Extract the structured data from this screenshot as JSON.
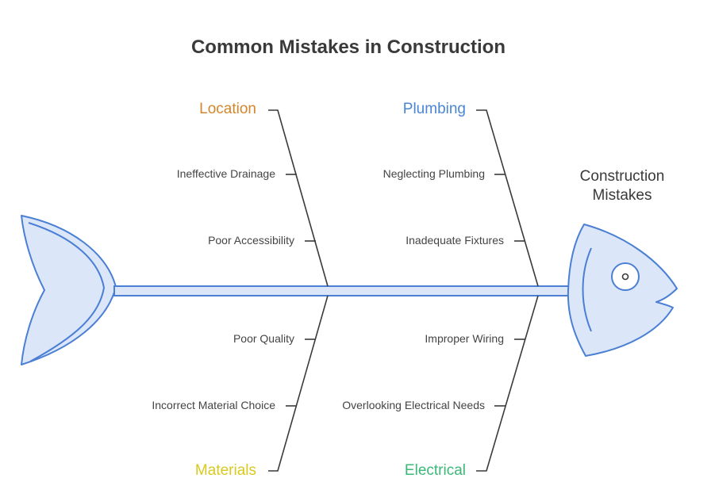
{
  "title": "Common Mistakes in Construction",
  "head_label": "Construction\nMistakes",
  "colors": {
    "fish_fill": "#dce6f9",
    "fish_stroke": "#4a7fd4",
    "bone": "#3a3a3a",
    "location": "#d4862b",
    "plumbing": "#4a86d6",
    "materials": "#d9c91f",
    "electrical": "#3cb878"
  },
  "categories": {
    "location": {
      "label": "Location",
      "causes": [
        "Ineffective Drainage",
        "Poor Accessibility"
      ]
    },
    "plumbing": {
      "label": "Plumbing",
      "causes": [
        "Neglecting Plumbing",
        "Inadequate Fixtures"
      ]
    },
    "materials": {
      "label": "Materials",
      "causes": [
        "Poor Quality",
        "Incorrect Material Choice"
      ]
    },
    "electrical": {
      "label": "Electrical",
      "causes": [
        "Improper Wiring",
        "Overlooking Electrical Needs"
      ]
    }
  }
}
